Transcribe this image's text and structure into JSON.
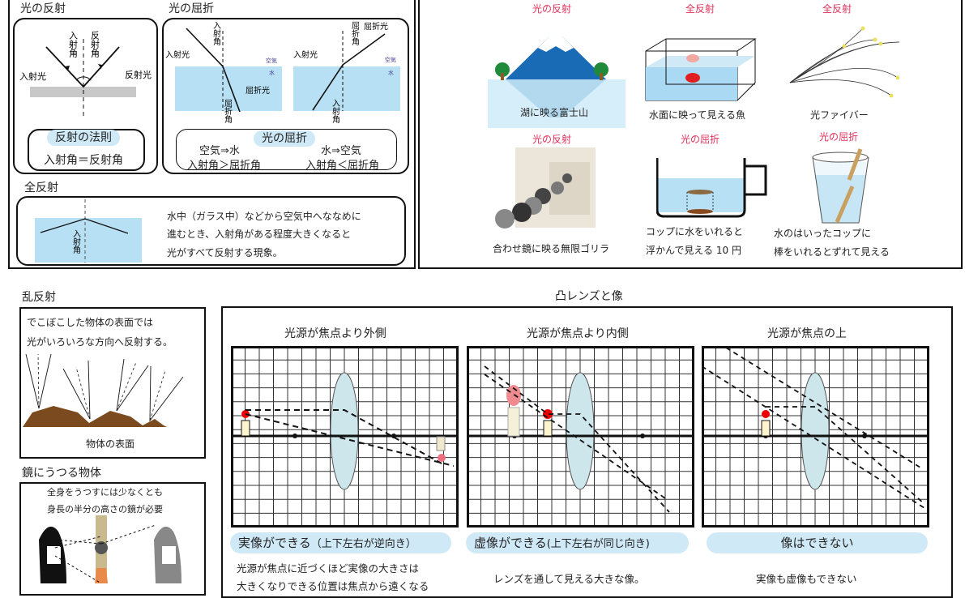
{
  "reflection": {
    "title": "光の反射",
    "incident_angle": "入射角",
    "reflect_angle": "反射角",
    "incident_light": "入射光",
    "reflected_light": "反射光",
    "law_title": "反射の法則",
    "law": "入射角＝反射角"
  },
  "refraction": {
    "title": "光の屈折",
    "incident_angle": "入射角",
    "incident_light": "入射光",
    "refracted_light": "屈折光",
    "refract_angle": "屈折角",
    "air": "空気",
    "water": "水",
    "rule_title": "光の屈折",
    "rule1_a": "空気⇒水",
    "rule1_b": "入射角＞屈折角",
    "rule2_a": "水⇒空気",
    "rule2_b": "入射角＜屈折角"
  },
  "total_reflection": {
    "title": "全反射",
    "incident_angle": "入射角",
    "text1": "水中（ガラス中）などから空気中へななめに",
    "text2": "進むとき、入射角がある程度大きくなると",
    "text3": "光がすべて反射する現象。"
  },
  "examples": [
    {
      "tag": "光の反射",
      "caption": "湖に映る富士山"
    },
    {
      "tag": "全反射",
      "caption": "水面に映って見える魚"
    },
    {
      "tag": "全反射",
      "caption": "光ファイバー"
    },
    {
      "tag": "光の反射",
      "caption": "合わせ鏡に映る無限ゴリラ"
    },
    {
      "tag": "光の屈折",
      "caption1": "コップに水をいれると",
      "caption2": "浮かんで見える 10 円"
    },
    {
      "tag": "光の屈折",
      "caption1": "水のはいったコップに",
      "caption2": "棒をいれるとずれて見える"
    }
  ],
  "diffuse": {
    "title": "乱反射",
    "text1": "でこぼこした物体の表面では",
    "text2": "光がいろいろな方向へ反射する。",
    "surface": "物体の表面"
  },
  "mirror": {
    "title": "鏡にうつる物体",
    "text1": "全身をうつすには少なくとも",
    "text2": "身長の半分の高さの鏡が必要"
  },
  "lens": {
    "title": "凸レンズと像",
    "cases": [
      {
        "title": "光源が焦点より外側",
        "result": "実像ができる",
        "result_note": "（上下左右が逆向き）",
        "desc1": "光源が焦点に近づくほど実像の大きさは",
        "desc2": "大きくなりできる位置は焦点から遠くなる"
      },
      {
        "title": "光源が焦点より内側",
        "result": "虚像ができる",
        "result_note": "(上下左右が同じ向き)",
        "desc1": "レンズを通して見える大きな像。"
      },
      {
        "title": "光源が焦点の上",
        "result": "像はできない",
        "desc1": "実像も虚像もできない"
      }
    ]
  },
  "colors": {
    "water": "#b8e0f4",
    "tag": "#e0305a",
    "pill": "#cfe9f7",
    "lens": "#cde6ec"
  }
}
